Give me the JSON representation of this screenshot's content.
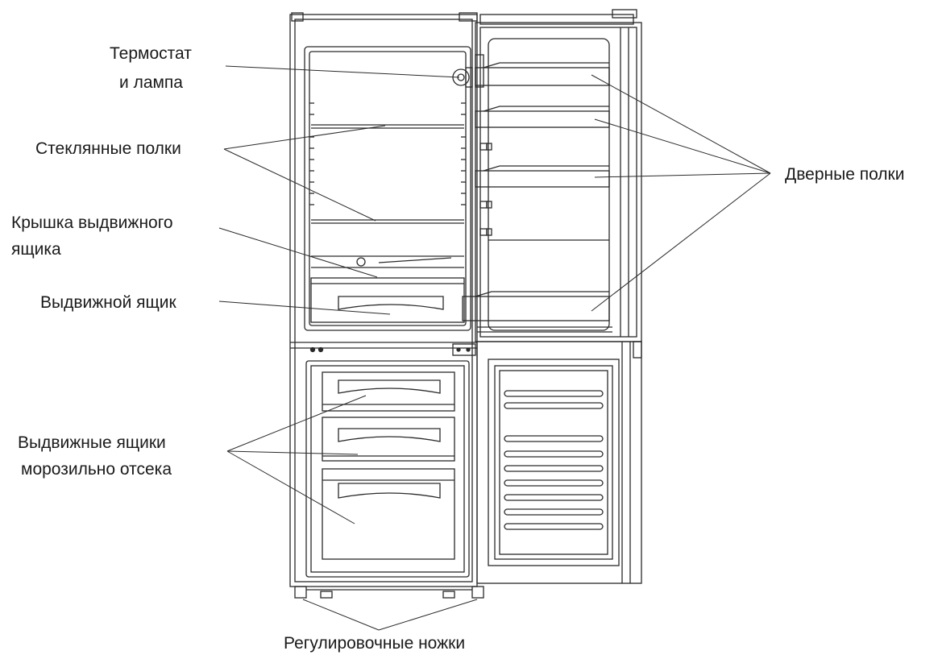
{
  "labels": {
    "thermostat_line1": "Термостат",
    "thermostat_line2": "и лампа",
    "glass_shelves": "Стеклянные полки",
    "drawer_cover_line1": "Крышка выдвижного",
    "drawer_cover_line2": "ящика",
    "crisper_drawer": "Выдвижной ящик",
    "freezer_drawers_line1": "Выдвижные ящики",
    "freezer_drawers_line2": "морозильно отсека",
    "door_shelves": "Дверные полки",
    "adjustable_feet": "Регулировочные ножки"
  },
  "colors": {
    "line": "#2a2a2a",
    "text": "#1a1a1a",
    "background": "#ffffff"
  }
}
